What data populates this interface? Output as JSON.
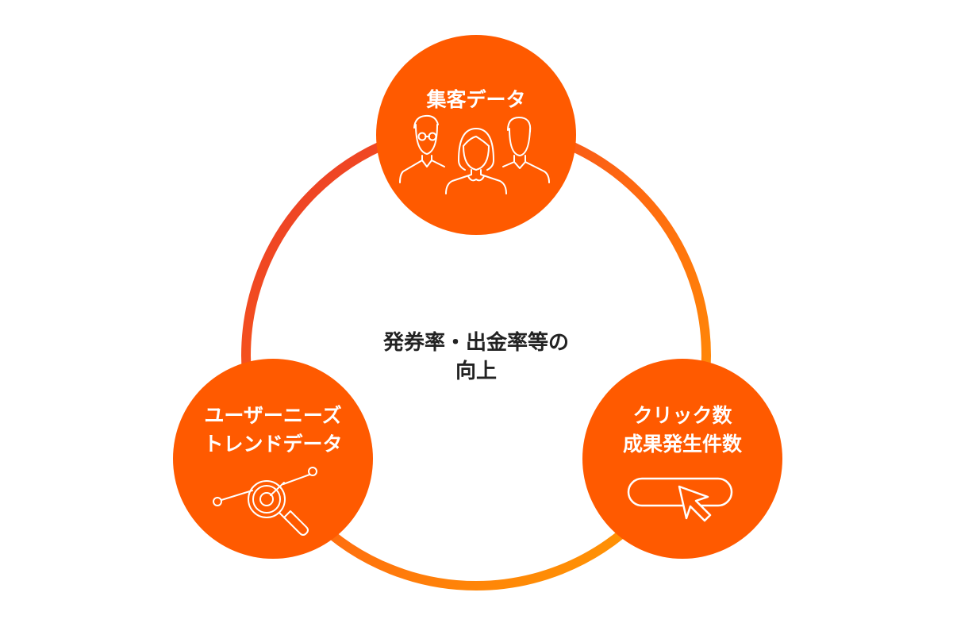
{
  "center": {
    "line1": "発券率・出金率等の",
    "line2": "向上"
  },
  "nodes": {
    "top": {
      "label": "集客データ",
      "icon": "people-icon"
    },
    "left": {
      "line1": "ユーザーニーズ",
      "line2": "トレンドデータ",
      "icon": "magnifier-trend-icon"
    },
    "right": {
      "line1": "クリック数",
      "line2": "成果発生件数",
      "icon": "cursor-button-icon"
    }
  },
  "colors": {
    "node_fill": "#ff5a00",
    "ring_gradient_start": "#ea3a2a",
    "ring_gradient_end": "#ff9a00",
    "text_dark": "#222222"
  }
}
